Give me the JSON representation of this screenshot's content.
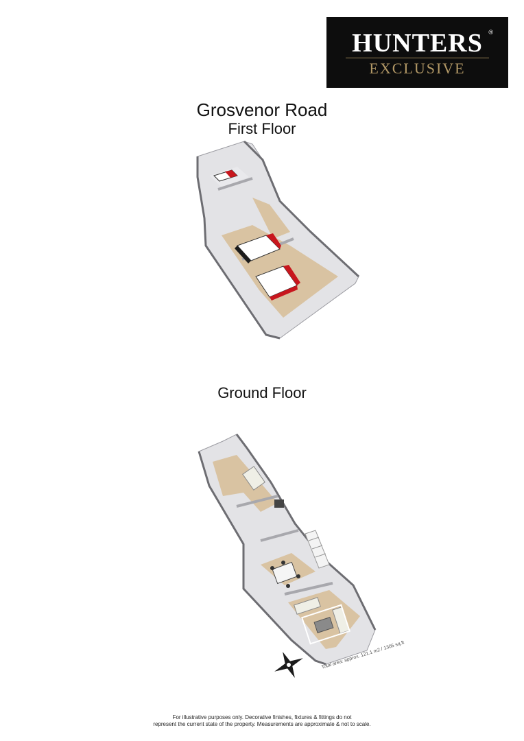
{
  "brand": {
    "name": "HUNTERS",
    "registered_mark": "®",
    "tagline": "EXCLUSIVE"
  },
  "titles": {
    "property": "Grosvenor Road",
    "first_floor": "First Floor",
    "ground_floor": "Ground Floor"
  },
  "floorplan": {
    "total_area_note": "Total area: approx. 121.1 m2 / 1305 sq.ft",
    "disclaimer_line1": "For illustrative purposes only. Decorative finishes, fixtures & fittings do not",
    "disclaimer_line2": "represent the current state of the property. Measurements are approximate & not to scale."
  },
  "colors": {
    "logo_bg": "#0d0d0d",
    "logo_gold": "#b29866",
    "wall": "#cfcfd2",
    "floor_wood": "#d9c3a2",
    "bed_red": "#c8161d"
  }
}
